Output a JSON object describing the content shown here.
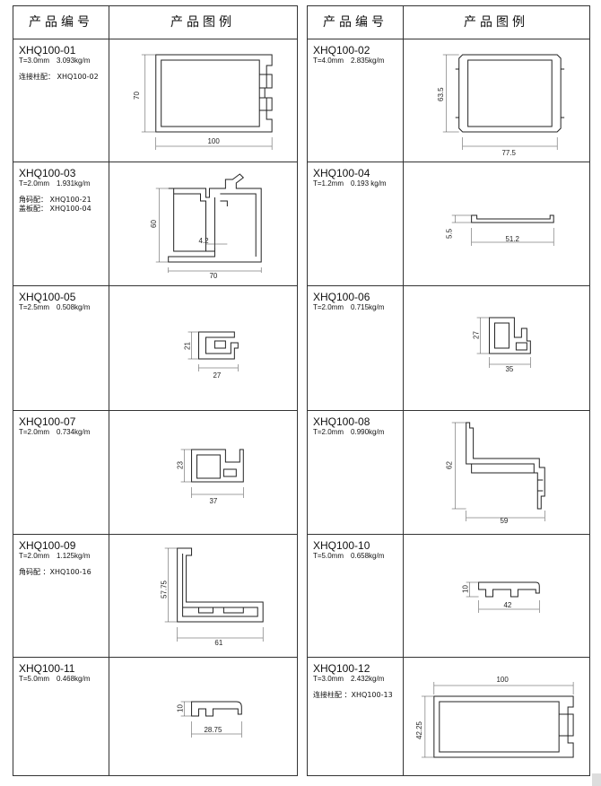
{
  "header": {
    "col_code": "产品编号",
    "col_figure": "产品图例"
  },
  "left": [
    {
      "code": "XHQ100-01",
      "thickness": "T=3.0mm",
      "weight": "3.093kg/m",
      "notes": [
        "连接柱配：  XHQ100-02"
      ],
      "dims": [
        "70",
        "100"
      ]
    },
    {
      "code": "XHQ100-03",
      "thickness": "T=2.0mm",
      "weight": "1.931kg/m",
      "notes": [
        "角码配：  XHQ100-21",
        "盖板配：  XHQ100-04"
      ],
      "dims": [
        "60",
        "4.2",
        "70"
      ]
    },
    {
      "code": "XHQ100-05",
      "thickness": "T=2.5mm",
      "weight": "0.508kg/m",
      "notes": [],
      "dims": [
        "21",
        "27"
      ]
    },
    {
      "code": "XHQ100-07",
      "thickness": "T=2.0mm",
      "weight": "0.734kg/m",
      "notes": [],
      "dims": [
        "23",
        "37"
      ]
    },
    {
      "code": "XHQ100-09",
      "thickness": "T=2.0mm",
      "weight": "1.125kg/m",
      "notes": [
        "角码配 ：XHQ100-16"
      ],
      "dims": [
        "57.75",
        "61"
      ]
    },
    {
      "code": "XHQ100-11",
      "thickness": "T=5.0mm",
      "weight": "0.468kg/m",
      "notes": [],
      "dims": [
        "10",
        "28.75"
      ]
    }
  ],
  "right": [
    {
      "code": "XHQ100-02",
      "thickness": "T=4.0mm",
      "weight": "2.835kg/m",
      "notes": [],
      "dims": [
        "63.5",
        "77.5"
      ]
    },
    {
      "code": "XHQ100-04",
      "thickness": "T=1.2mm",
      "weight": "0.193 kg/m",
      "notes": [],
      "dims": [
        "5.5",
        "51.2"
      ]
    },
    {
      "code": "XHQ100-06",
      "thickness": "T=2.0mm",
      "weight": "0.715kg/m",
      "notes": [],
      "dims": [
        "27",
        "35"
      ]
    },
    {
      "code": "XHQ100-08",
      "thickness": "T=2.0mm",
      "weight": "0.990kg/m",
      "notes": [],
      "dims": [
        "62",
        "59"
      ]
    },
    {
      "code": "XHQ100-10",
      "thickness": "T=5.0mm",
      "weight": "0.658kg/m",
      "notes": [],
      "dims": [
        "10",
        "42"
      ]
    },
    {
      "code": "XHQ100-12",
      "thickness": "T=3.0mm",
      "weight": "2.432kg/m",
      "notes": [
        "连接柱配 ：XHQ100-13"
      ],
      "dims": [
        "100",
        "42.25"
      ]
    }
  ]
}
